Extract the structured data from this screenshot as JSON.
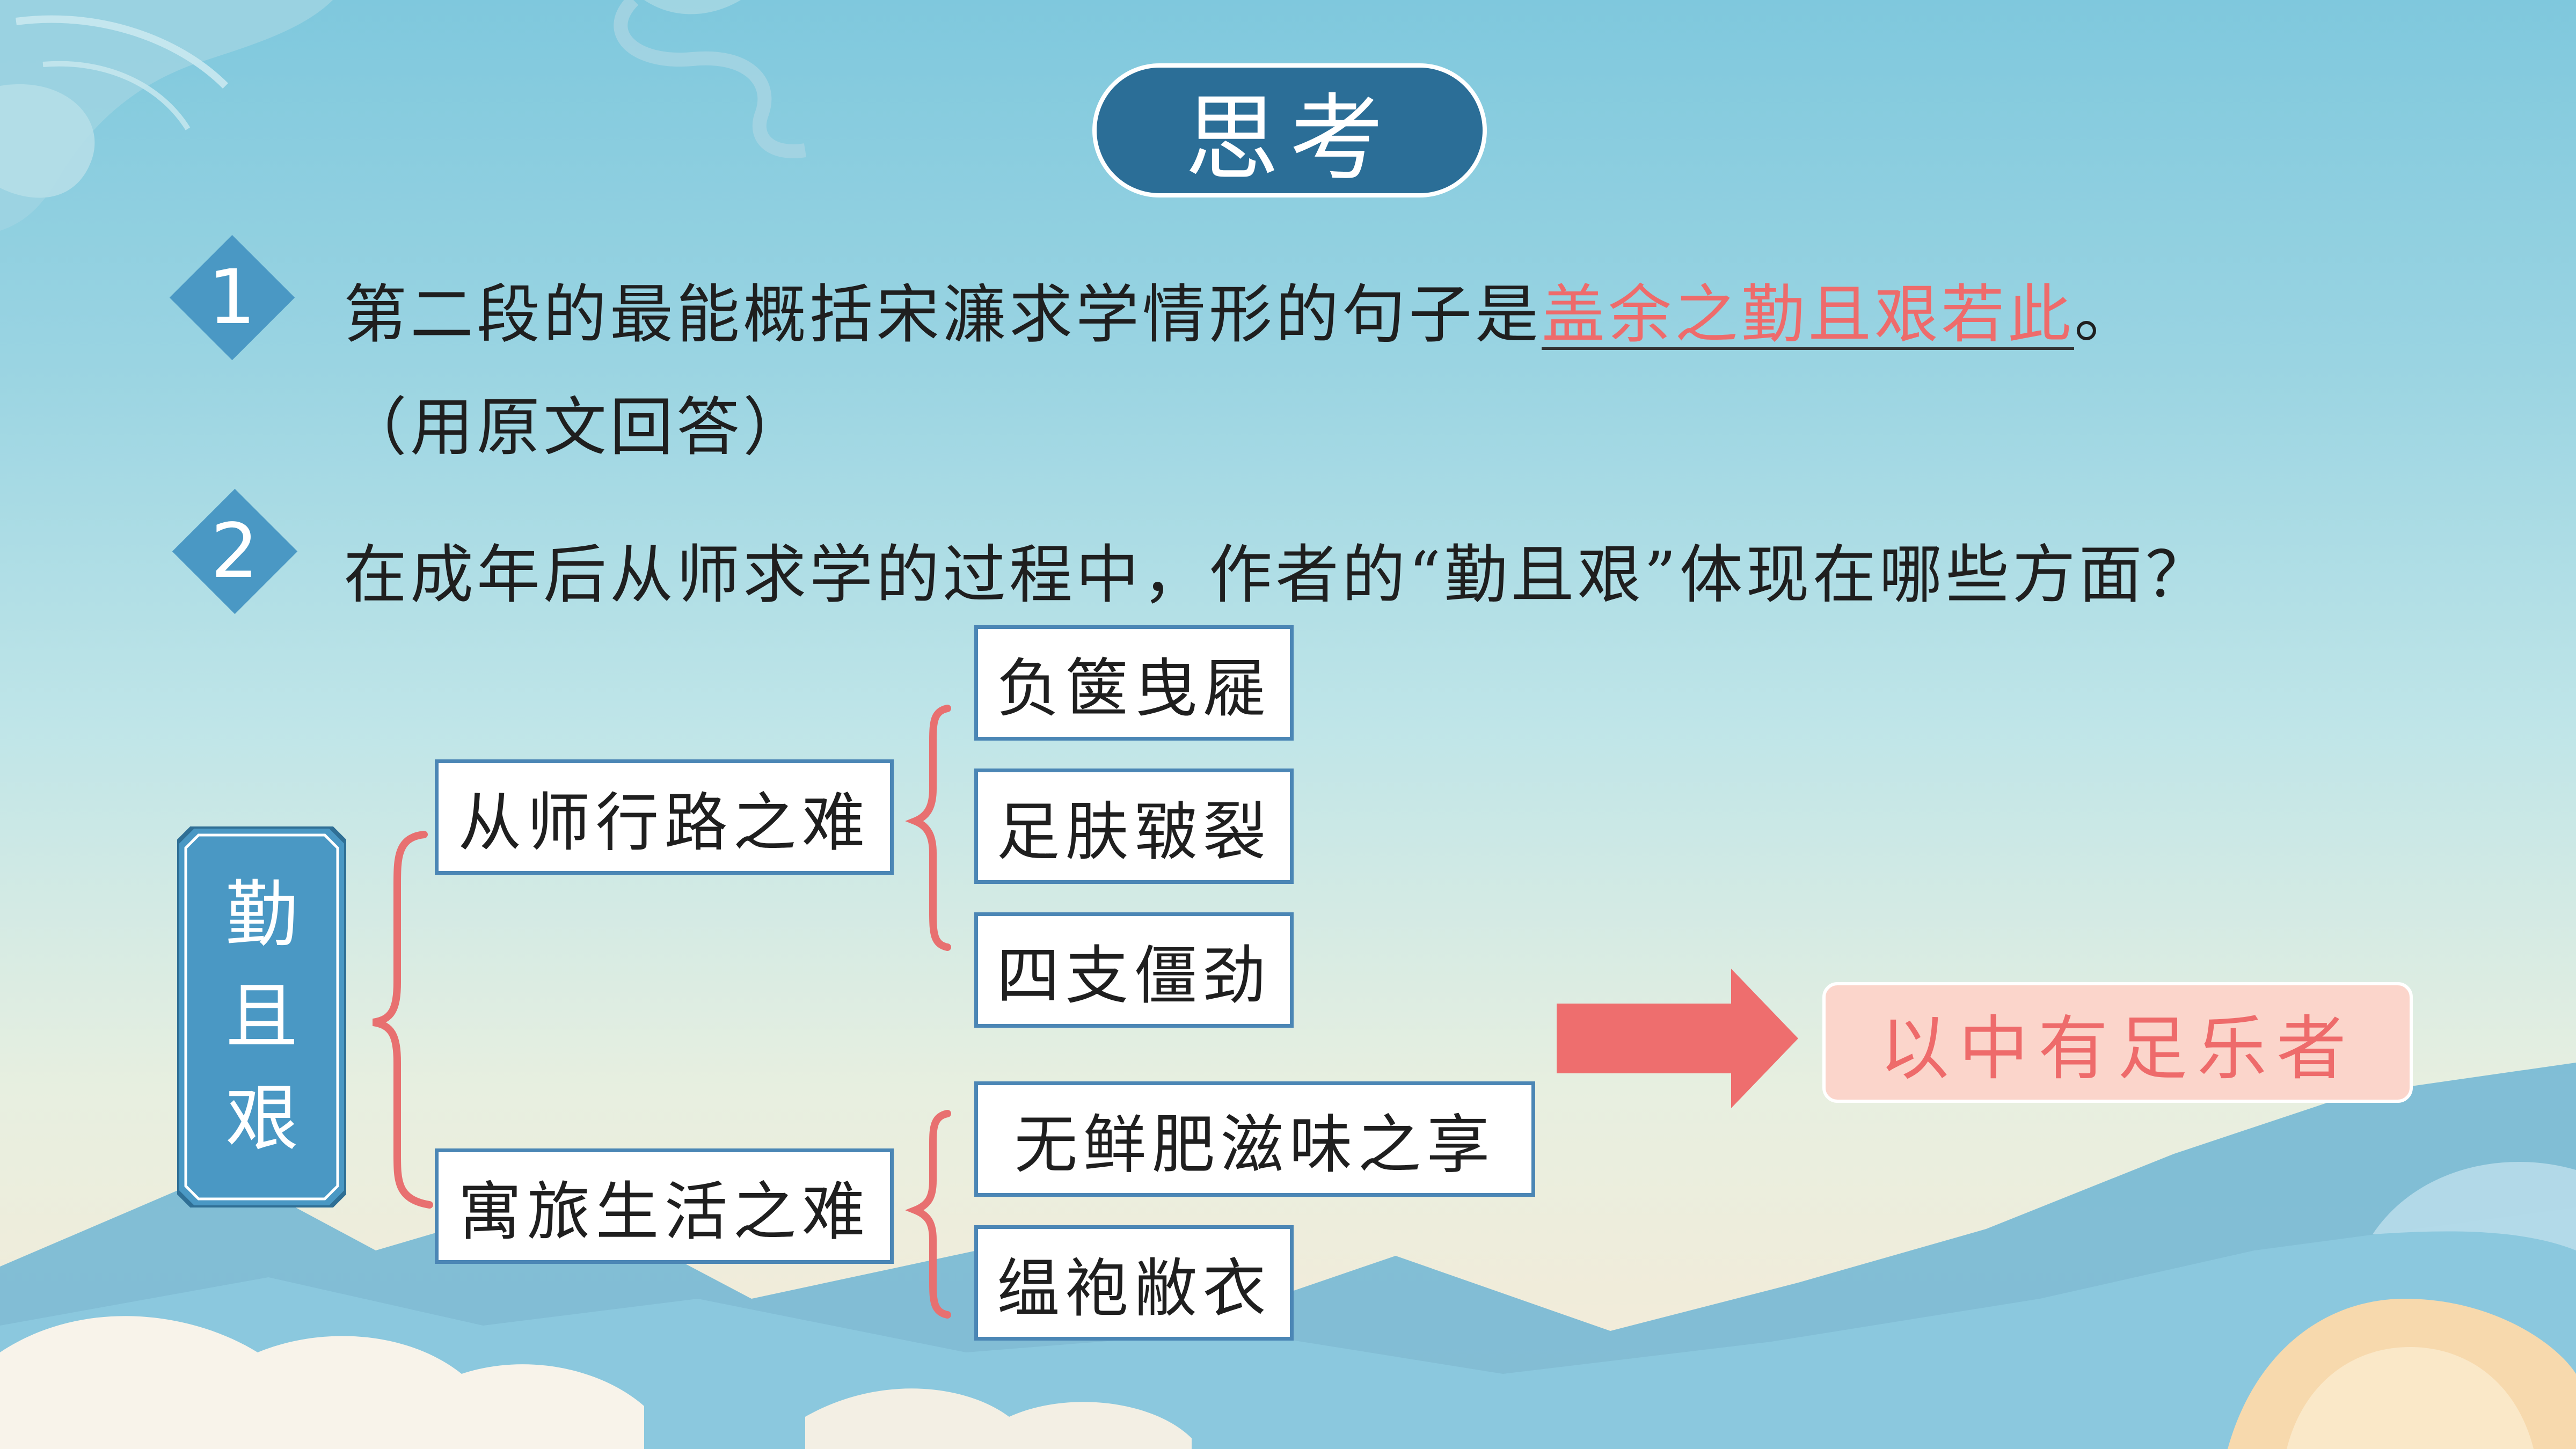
{
  "title": "思考",
  "questions": [
    {
      "num": "1",
      "text_before": "第二段的最能概括宋濂求学情形的句子是",
      "answer": "盖余之勤且艰若此",
      "text_after": "。",
      "line2": "（用原文回答）"
    },
    {
      "num": "2",
      "text": "在成年后从师求学的过程中，作者的“勤且艰”体现在哪些方面？"
    }
  ],
  "diagram": {
    "main": [
      "勤",
      "且",
      "艰"
    ],
    "branches": [
      {
        "label": "从师行路之难",
        "items": [
          "负箧曳屣",
          "足肤皲裂",
          "四支僵劲"
        ]
      },
      {
        "label": "寓旅生活之难",
        "items": [
          "无鲜肥滋味之享",
          "缊袍敝衣"
        ]
      }
    ],
    "result": "以中有足乐者"
  },
  "colors": {
    "title_bg": "#2b6e97",
    "diamond": "#4a98c4",
    "answer": "#ee6b6b",
    "box_border": "#4b86b5",
    "brace": "#e87070",
    "arrow": "#ee6e6e",
    "result_bg": "#fbd5cb"
  }
}
